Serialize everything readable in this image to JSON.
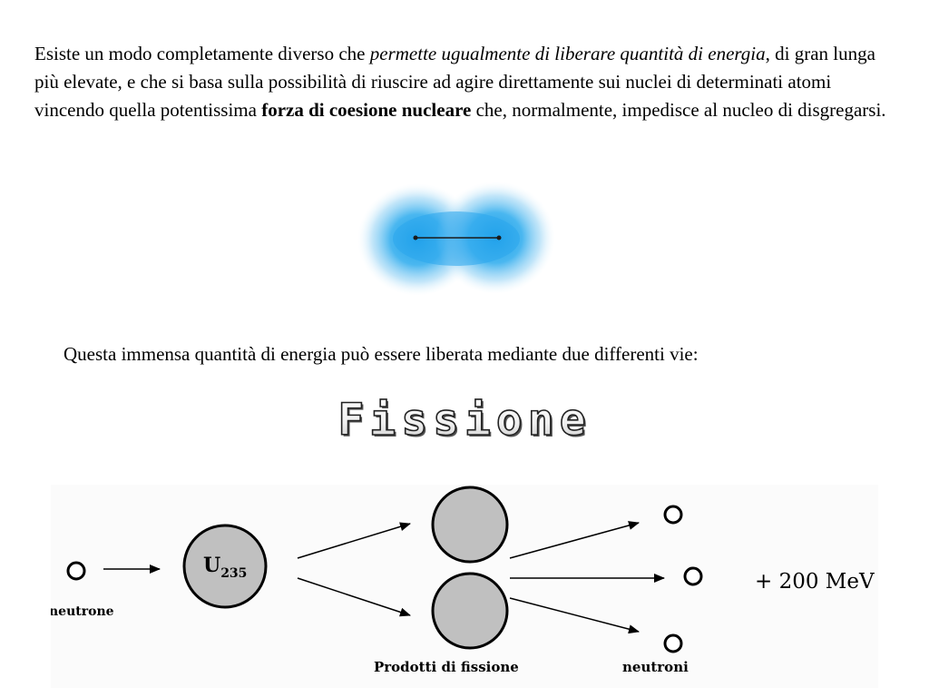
{
  "intro": {
    "t1": "Esiste un modo completamente diverso che ",
    "t2_italic": "permette ugualmente di liberare quantità di energia",
    "t3": ", di gran lunga più elevate, e che si basa sulla possibilità di riuscire ad agire direttamente sui nuclei di determinati atomi vincendo quella potentissima ",
    "t4_bold": "forza di coesione nucleare",
    "t5": " che, normalmente, impedisce al nucleo di disgregarsi."
  },
  "ways_text": "Questa immensa quantità di energia può essere liberata mediante due differenti vie:",
  "section_title": "Fissione",
  "diagram": {
    "neutron_label": "neutrone",
    "nucleus_symbol": "U",
    "nucleus_mass": "235",
    "products_label": "Prodotti di fissione",
    "neutrons_label": "neutroni",
    "energy_label": "+ 200 MeV"
  },
  "colors": {
    "glow_center": "#1a9ee8",
    "nucleus_fill": "#c0c0c0",
    "text": "#000000"
  }
}
